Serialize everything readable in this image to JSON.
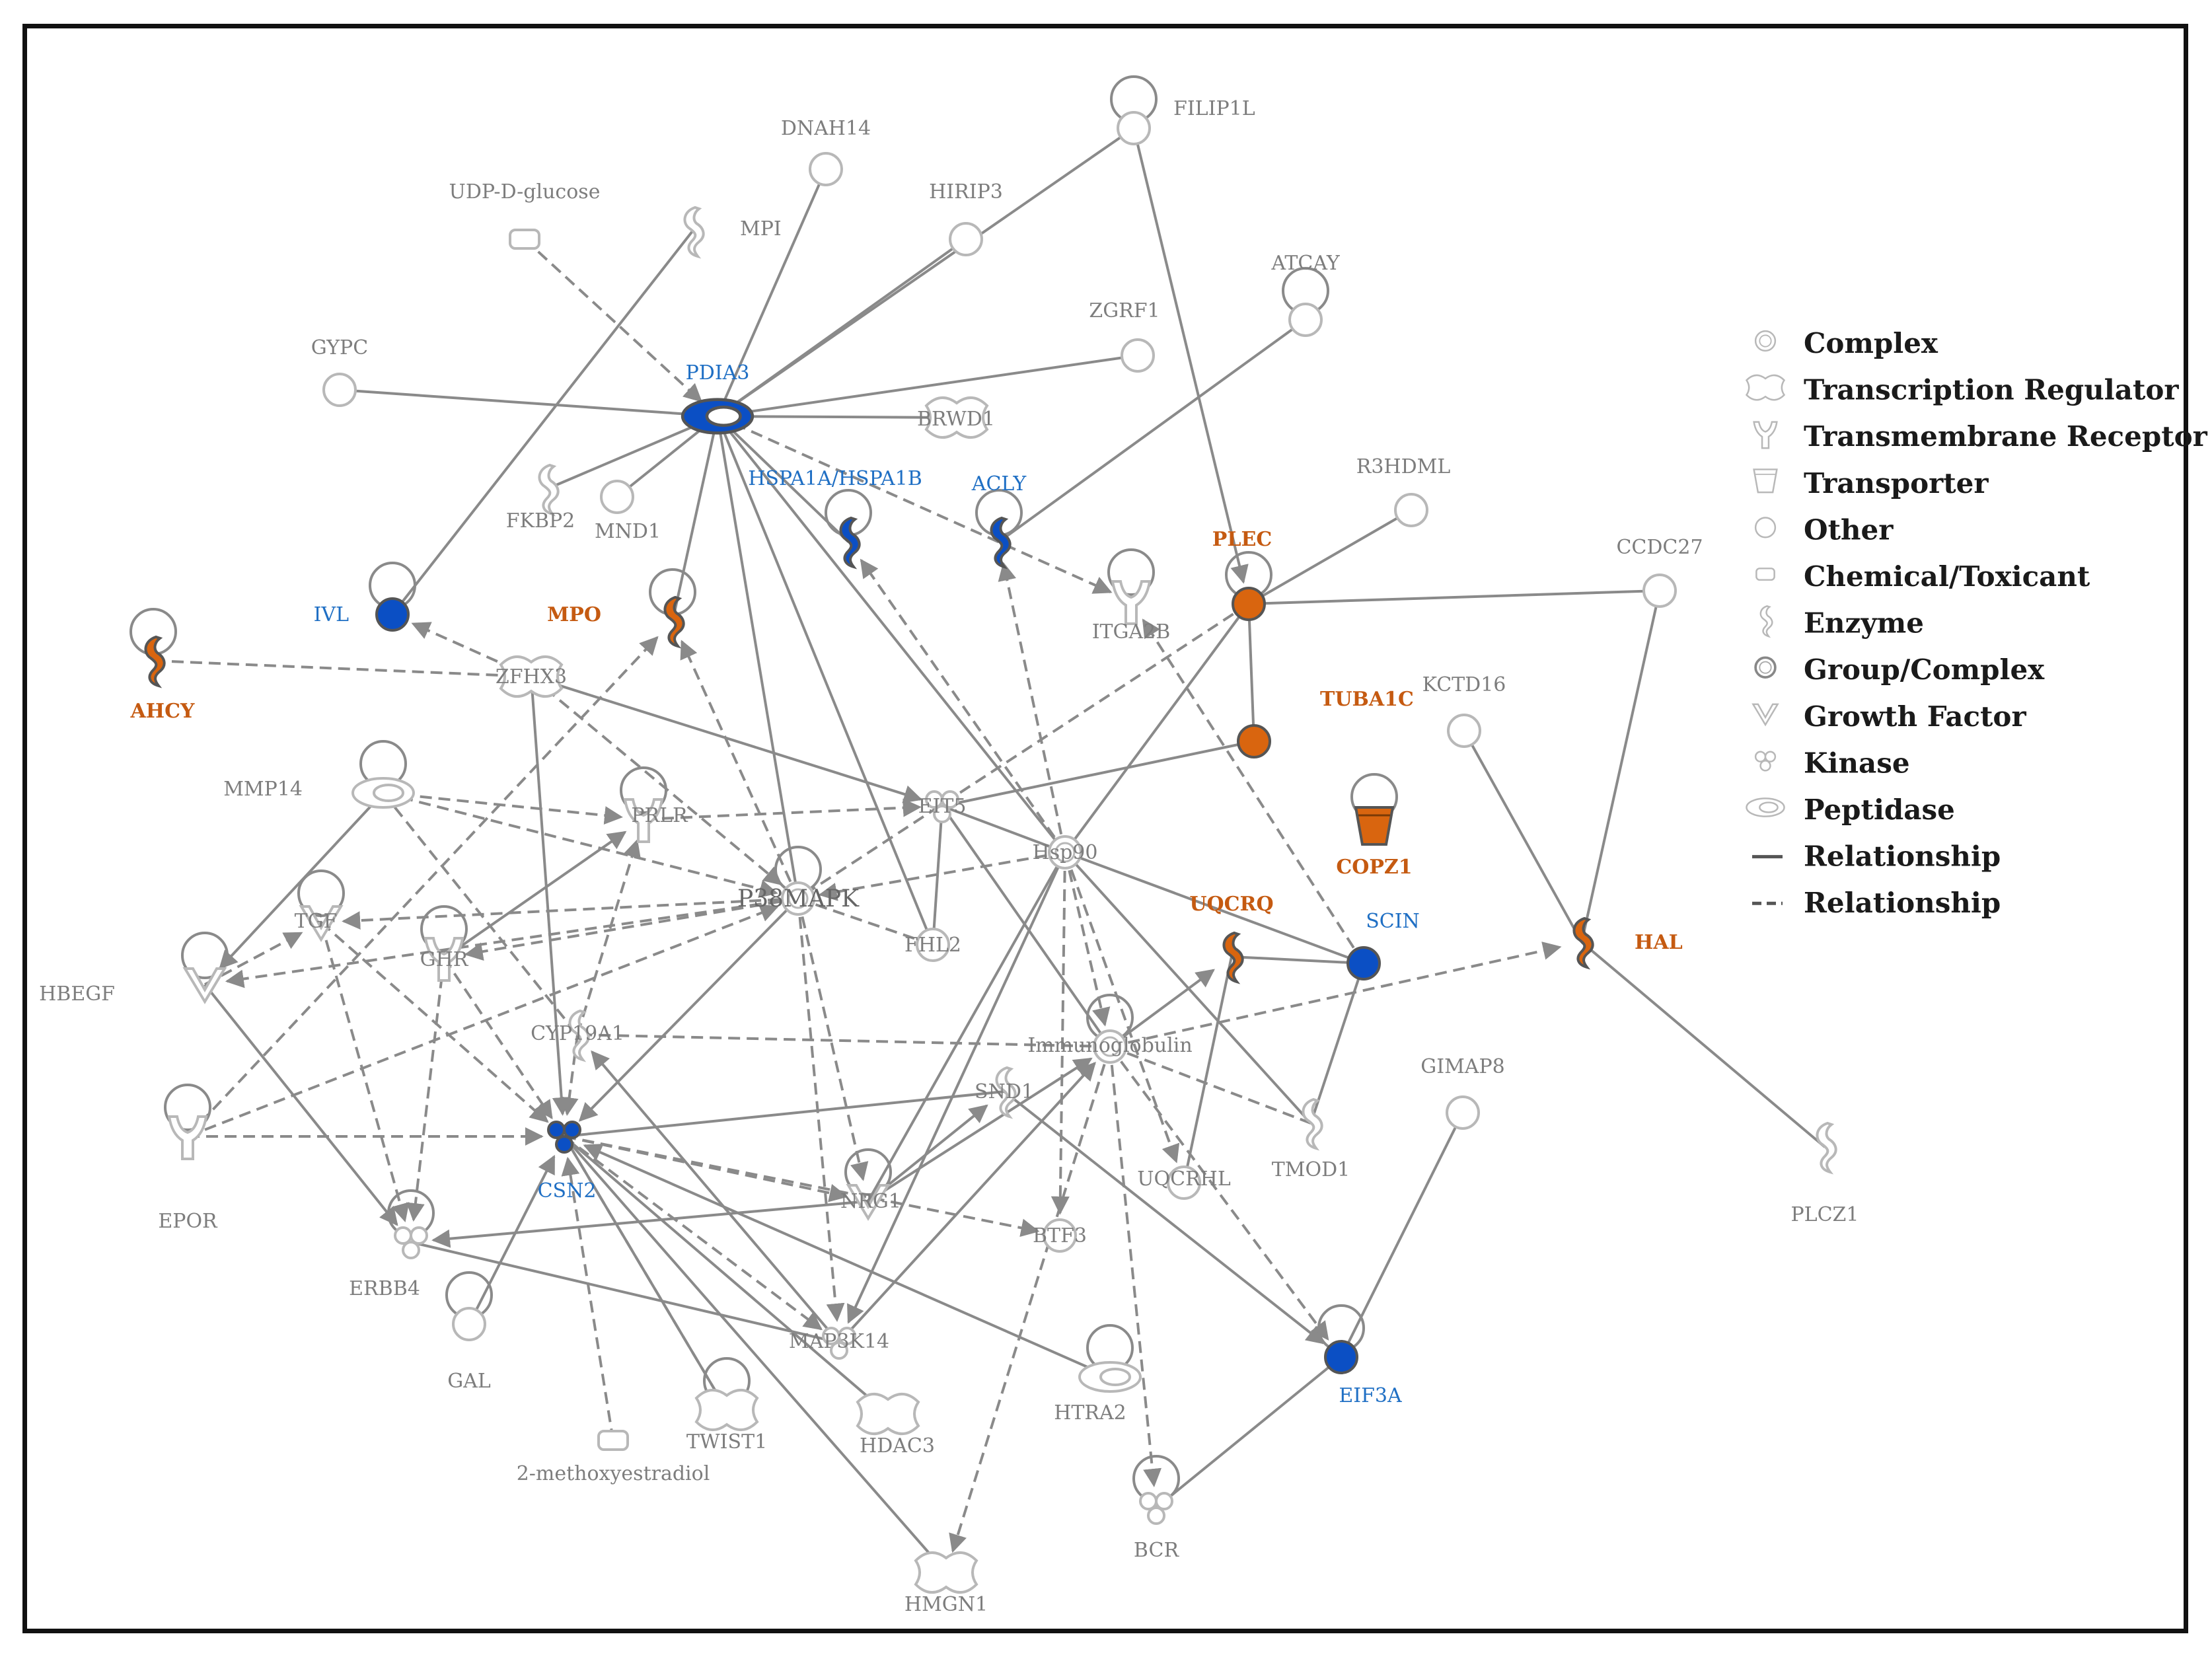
{
  "colors": {
    "up": "#d9650f",
    "down": "#0b4fc4",
    "neutral": "#ffffff",
    "edge": "#8a8a8a"
  },
  "nodes": [
    {
      "id": "FILIP1L",
      "label": "FILIP1L",
      "shape": "other",
      "status": "none",
      "self_loop": true
    },
    {
      "id": "DNAH14",
      "label": "DNAH14",
      "shape": "other",
      "status": "none"
    },
    {
      "id": "HIRIP3",
      "label": "HIRIP3",
      "shape": "other",
      "status": "none"
    },
    {
      "id": "UDP-D-glucose",
      "label": "UDP-D-glucose",
      "shape": "chemical",
      "status": "none"
    },
    {
      "id": "MPI",
      "label": "MPI",
      "shape": "enzyme",
      "status": "none"
    },
    {
      "id": "ATCAY",
      "label": "ATCAY",
      "shape": "other",
      "status": "none",
      "self_loop": true
    },
    {
      "id": "ZGRF1",
      "label": "ZGRF1",
      "shape": "other",
      "status": "none"
    },
    {
      "id": "GYPC",
      "label": "GYPC",
      "shape": "other",
      "status": "none"
    },
    {
      "id": "PDIA3",
      "label": "PDIA3",
      "shape": "peptidase",
      "status": "down"
    },
    {
      "id": "BRWD1",
      "label": "BRWD1",
      "shape": "transcription",
      "status": "none"
    },
    {
      "id": "HSPA1A/HSPA1B",
      "label": "HSPA1A/HSPA1B",
      "shape": "enzyme",
      "status": "down",
      "self_loop": true
    },
    {
      "id": "ACLY",
      "label": "ACLY",
      "shape": "enzyme",
      "status": "down",
      "self_loop": true
    },
    {
      "id": "R3HDML",
      "label": "R3HDML",
      "shape": "other",
      "status": "none"
    },
    {
      "id": "FKBP2",
      "label": "FKBP2",
      "shape": "enzyme",
      "status": "none"
    },
    {
      "id": "MND1",
      "label": "MND1",
      "shape": "other",
      "status": "none"
    },
    {
      "id": "IVL",
      "label": "IVL",
      "shape": "other",
      "status": "down",
      "self_loop": true
    },
    {
      "id": "MPO",
      "label": "MPO",
      "shape": "enzyme",
      "status": "up",
      "self_loop": true
    },
    {
      "id": "ITGA2B",
      "label": "ITGA2B",
      "shape": "receptor",
      "status": "none",
      "self_loop": true
    },
    {
      "id": "PLEC",
      "label": "PLEC",
      "shape": "other",
      "status": "up",
      "self_loop": true
    },
    {
      "id": "CCDC27",
      "label": "CCDC27",
      "shape": "other",
      "status": "none"
    },
    {
      "id": "AHCY",
      "label": "AHCY",
      "shape": "enzyme",
      "status": "up",
      "self_loop": true
    },
    {
      "id": "ZFHX3",
      "label": "ZFHX3",
      "shape": "transcription",
      "status": "none"
    },
    {
      "id": "TUBA1C",
      "label": "TUBA1C",
      "shape": "other",
      "status": "up"
    },
    {
      "id": "KCTD16",
      "label": "KCTD16",
      "shape": "other",
      "status": "none"
    },
    {
      "id": "MMP14",
      "label": "MMP14",
      "shape": "peptidase",
      "status": "none",
      "self_loop": true
    },
    {
      "id": "PRLR",
      "label": "PRLR",
      "shape": "receptor",
      "status": "none",
      "self_loop": true
    },
    {
      "id": "EIT5",
      "label": "EIT5",
      "shape": "kinase",
      "status": "none"
    },
    {
      "id": "COPZ1",
      "label": "COPZ1",
      "shape": "transporter",
      "status": "up",
      "self_loop": true
    },
    {
      "id": "Hsp90",
      "label": "Hsp90",
      "shape": "complex",
      "status": "none"
    },
    {
      "id": "TGF",
      "label": "TGF",
      "shape": "growth",
      "status": "none",
      "self_loop": true
    },
    {
      "id": "GHR",
      "label": "GHR",
      "shape": "receptor",
      "status": "none",
      "self_loop": true
    },
    {
      "id": "P38MAPK",
      "label": "P38MAPK",
      "shape": "complex",
      "status": "none",
      "self_loop": true
    },
    {
      "id": "UQCRQ",
      "label": "UQCRQ",
      "shape": "enzyme",
      "status": "up"
    },
    {
      "id": "SCIN",
      "label": "SCIN",
      "shape": "other",
      "status": "down"
    },
    {
      "id": "HAL",
      "label": "HAL",
      "shape": "enzyme",
      "status": "up"
    },
    {
      "id": "FHL2",
      "label": "FHL2",
      "shape": "other",
      "status": "none"
    },
    {
      "id": "HBEGF",
      "label": "HBEGF",
      "shape": "growth",
      "status": "none",
      "self_loop": true
    },
    {
      "id": "CYP19A1",
      "label": "CYP19A1",
      "shape": "enzyme",
      "status": "none"
    },
    {
      "id": "Immunoglobulin",
      "label": "Immunoglobulin",
      "shape": "complex",
      "status": "none",
      "self_loop": true
    },
    {
      "id": "GIMAP8",
      "label": "GIMAP8",
      "shape": "other",
      "status": "none"
    },
    {
      "id": "SND1",
      "label": "SND1",
      "shape": "enzyme",
      "status": "none"
    },
    {
      "id": "EPOR",
      "label": "EPOR",
      "shape": "receptor",
      "status": "none",
      "self_loop": true
    },
    {
      "id": "CSN2",
      "label": "CSN2",
      "shape": "kinase",
      "status": "down"
    },
    {
      "id": "UQCRHL",
      "label": "UQCRHL",
      "shape": "other",
      "status": "none"
    },
    {
      "id": "TMOD1",
      "label": "TMOD1",
      "shape": "enzyme",
      "status": "none"
    },
    {
      "id": "PLCZ1",
      "label": "PLCZ1",
      "shape": "enzyme",
      "status": "none"
    },
    {
      "id": "NRG1",
      "label": "NRG1",
      "shape": "growth",
      "status": "none",
      "self_loop": true
    },
    {
      "id": "BTF3",
      "label": "BTF3",
      "shape": "other",
      "status": "none"
    },
    {
      "id": "ERBB4",
      "label": "ERBB4",
      "shape": "kinase",
      "status": "none",
      "self_loop": true
    },
    {
      "id": "GAL",
      "label": "GAL",
      "shape": "other",
      "status": "none",
      "self_loop": true
    },
    {
      "id": "MAP3K14",
      "label": "MAP3K14",
      "shape": "kinase",
      "status": "none"
    },
    {
      "id": "HTRA2",
      "label": "HTRA2",
      "shape": "peptidase",
      "status": "none",
      "self_loop": true
    },
    {
      "id": "EIF3A",
      "label": "EIF3A",
      "shape": "other",
      "status": "down",
      "self_loop": true
    },
    {
      "id": "TWIST1",
      "label": "TWIST1",
      "shape": "transcription",
      "status": "none",
      "self_loop": true
    },
    {
      "id": "HDAC3",
      "label": "HDAC3",
      "shape": "transcription",
      "status": "none"
    },
    {
      "id": "2-methoxyestradiol",
      "label": "2-methoxyestradiol",
      "shape": "chemical",
      "status": "none"
    },
    {
      "id": "BCR",
      "label": "BCR",
      "shape": "kinase",
      "status": "none",
      "self_loop": true
    },
    {
      "id": "HMGN1",
      "label": "HMGN1",
      "shape": "transcription",
      "status": "none"
    }
  ],
  "edges": [
    {
      "from": "PDIA3",
      "to": "GYPC",
      "style": "solid",
      "arrow": false
    },
    {
      "from": "PDIA3",
      "to": "DNAH14",
      "style": "solid",
      "arrow": false
    },
    {
      "from": "PDIA3",
      "to": "HIRIP3",
      "style": "solid",
      "arrow": false
    },
    {
      "from": "PDIA3",
      "to": "FILIP1L",
      "style": "solid",
      "arrow": false
    },
    {
      "from": "PDIA3",
      "to": "ZGRF1",
      "style": "solid",
      "arrow": false
    },
    {
      "from": "PDIA3",
      "to": "BRWD1",
      "style": "solid",
      "arrow": false
    },
    {
      "from": "PDIA3",
      "to": "MPO",
      "style": "solid",
      "arrow": false
    },
    {
      "from": "PDIA3",
      "to": "FKBP2",
      "style": "solid",
      "arrow": false
    },
    {
      "from": "PDIA3",
      "to": "MND1",
      "style": "solid",
      "arrow": false
    },
    {
      "from": "PDIA3",
      "to": "HSPA1A/HSPA1B",
      "style": "solid",
      "arrow": false
    },
    {
      "from": "PDIA3",
      "to": "FHL2",
      "style": "solid",
      "arrow": false
    },
    {
      "from": "PDIA3",
      "to": "P38MAPK",
      "style": "solid",
      "arrow": false
    },
    {
      "from": "PDIA3",
      "to": "Hsp90",
      "style": "solid",
      "arrow": false
    },
    {
      "from": "UDP-D-glucose",
      "to": "PDIA3",
      "style": "dashed",
      "arrow": true
    },
    {
      "from": "MPI",
      "to": "IVL",
      "style": "solid",
      "arrow": false
    },
    {
      "from": "PDIA3",
      "to": "ITGA2B",
      "style": "dashed",
      "arrow": true
    },
    {
      "from": "FILIP1L",
      "to": "PLEC",
      "style": "solid",
      "arrow": true
    },
    {
      "from": "ATCAY",
      "to": "ACLY",
      "style": "solid",
      "arrow": false
    },
    {
      "from": "PLEC",
      "to": "R3HDML",
      "style": "solid",
      "arrow": false
    },
    {
      "from": "PLEC",
      "to": "CCDC27",
      "style": "solid",
      "arrow": false
    },
    {
      "from": "PLEC",
      "to": "TUBA1C",
      "style": "solid",
      "arrow": false
    },
    {
      "from": "PLEC",
      "to": "Hsp90",
      "style": "solid",
      "arrow": false
    },
    {
      "from": "PLEC",
      "to": "P38MAPK",
      "style": "dashed",
      "arrow": false
    },
    {
      "from": "CCDC27",
      "to": "HAL",
      "style": "solid",
      "arrow": false
    },
    {
      "from": "KCTD16",
      "to": "HAL",
      "style": "solid",
      "arrow": false
    },
    {
      "from": "HAL",
      "to": "PLCZ1",
      "style": "solid",
      "arrow": false
    },
    {
      "from": "Immunoglobulin",
      "to": "HAL",
      "style": "dashed",
      "arrow": true
    },
    {
      "from": "AHCY",
      "to": "ZFHX3",
      "style": "dashed",
      "arrow": false
    },
    {
      "from": "ZFHX3",
      "to": "IVL",
      "style": "dashed",
      "arrow": true
    },
    {
      "from": "ZFHX3",
      "to": "EIT5",
      "style": "solid",
      "arrow": true
    },
    {
      "from": "ZFHX3",
      "to": "CSN2",
      "style": "solid",
      "arrow": true
    },
    {
      "from": "ZFHX3",
      "to": "P38MAPK",
      "style": "dashed",
      "arrow": true
    },
    {
      "from": "TUBA1C",
      "to": "EIT5",
      "style": "solid",
      "arrow": false
    },
    {
      "from": "EIT5",
      "to": "Hsp90",
      "style": "solid",
      "arrow": false
    },
    {
      "from": "EIT5",
      "to": "FHL2",
      "style": "solid",
      "arrow": false
    },
    {
      "from": "EIT5",
      "to": "Immunoglobulin",
      "style": "solid",
      "arrow": false
    },
    {
      "from": "PRLR",
      "to": "EIT5",
      "style": "dashed",
      "arrow": true
    },
    {
      "from": "MMP14",
      "to": "PRLR",
      "style": "dashed",
      "arrow": true
    },
    {
      "from": "MMP14",
      "to": "HBEGF",
      "style": "solid",
      "arrow": true
    },
    {
      "from": "MMP14",
      "to": "P38MAPK",
      "style": "dashed",
      "arrow": true
    },
    {
      "from": "MMP14",
      "to": "CYP19A1",
      "style": "dashed",
      "arrow": false
    },
    {
      "from": "Hsp90",
      "to": "P38MAPK",
      "style": "dashed",
      "arrow": true
    },
    {
      "from": "Hsp90",
      "to": "HSPA1A/HSPA1B",
      "style": "dashed",
      "arrow": true
    },
    {
      "from": "Hsp90",
      "to": "ACLY",
      "style": "dashed",
      "arrow": true
    },
    {
      "from": "Hsp90",
      "to": "SCIN",
      "style": "solid",
      "arrow": false
    },
    {
      "from": "Hsp90",
      "to": "TMOD1",
      "style": "solid",
      "arrow": false
    },
    {
      "from": "Hsp90",
      "to": "UQCRHL",
      "style": "dashed",
      "arrow": true
    },
    {
      "from": "Hsp90",
      "to": "BTF3",
      "style": "dashed",
      "arrow": true
    },
    {
      "from": "Hsp90",
      "to": "Immunoglobulin",
      "style": "dashed",
      "arrow": true
    },
    {
      "from": "Hsp90",
      "to": "MAP3K14",
      "style": "solid",
      "arrow": true
    },
    {
      "from": "Hsp90",
      "to": "NRG1",
      "style": "solid",
      "arrow": false
    },
    {
      "from": "SCIN",
      "to": "TMOD1",
      "style": "solid",
      "arrow": false
    },
    {
      "from": "SCIN",
      "to": "ITGA2B",
      "style": "dashed",
      "arrow": true
    },
    {
      "from": "UQCRQ",
      "to": "SCIN",
      "style": "solid",
      "arrow": false
    },
    {
      "from": "UQCRQ",
      "to": "UQCRHL",
      "style": "solid",
      "arrow": false
    },
    {
      "from": "Immunoglobulin",
      "to": "UQCRQ",
      "style": "solid",
      "arrow": true
    },
    {
      "from": "Immunoglobulin",
      "to": "CYP19A1",
      "style": "dashed",
      "arrow": false
    },
    {
      "from": "Immunoglobulin",
      "to": "EIF3A",
      "style": "dashed",
      "arrow": true
    },
    {
      "from": "Immunoglobulin",
      "to": "BCR",
      "style": "dashed",
      "arrow": true
    },
    {
      "from": "Immunoglobulin",
      "to": "HMGN1",
      "style": "dashed",
      "arrow": true
    },
    {
      "from": "Immunoglobulin",
      "to": "TMOD1",
      "style": "dashed",
      "arrow": false
    },
    {
      "from": "GIMAP8",
      "to": "EIF3A",
      "style": "solid",
      "arrow": false
    },
    {
      "from": "EIF3A",
      "to": "BCR",
      "style": "solid",
      "arrow": false
    },
    {
      "from": "SND1",
      "to": "EIF3A",
      "style": "solid",
      "arrow": true
    },
    {
      "from": "P38MAPK",
      "to": "TGF",
      "style": "dashed",
      "arrow": true
    },
    {
      "from": "P38MAPK",
      "to": "GHR",
      "style": "dashed",
      "arrow": true
    },
    {
      "from": "P38MAPK",
      "to": "HBEGF",
      "style": "dashed",
      "arrow": true
    },
    {
      "from": "P38MAPK",
      "to": "CSN2",
      "style": "solid",
      "arrow": true
    },
    {
      "from": "P38MAPK",
      "to": "MPO",
      "style": "dashed",
      "arrow": true
    },
    {
      "from": "P38MAPK",
      "to": "MAP3K14",
      "style": "dashed",
      "arrow": true
    },
    {
      "from": "P38MAPK",
      "to": "NRG1",
      "style": "dashed",
      "arrow": true
    },
    {
      "from": "P38MAPK",
      "to": "FHL2",
      "style": "dashed",
      "arrow": false
    },
    {
      "from": "GHR",
      "to": "PRLR",
      "style": "solid",
      "arrow": true
    },
    {
      "from": "GHR",
      "to": "ERBB4",
      "style": "dashed",
      "arrow": true
    },
    {
      "from": "GHR",
      "to": "CSN2",
      "style": "dashed",
      "arrow": true
    },
    {
      "from": "TGF",
      "to": "ERBB4",
      "style": "dashed",
      "arrow": true
    },
    {
      "from": "TGF",
      "to": "CSN2",
      "style": "dashed",
      "arrow": true
    },
    {
      "from": "HBEGF",
      "to": "ERBB4",
      "style": "solid",
      "arrow": true
    },
    {
      "from": "HBEGF",
      "to": "TGF",
      "style": "dashed",
      "arrow": true
    },
    {
      "from": "EPOR",
      "to": "CSN2",
      "style": "dashed",
      "arrow": true
    },
    {
      "from": "EPOR",
      "to": "P38MAPK",
      "style": "dashed",
      "arrow": true
    },
    {
      "from": "EPOR",
      "to": "MPO",
      "style": "dashed",
      "arrow": true
    },
    {
      "from": "CYP19A1",
      "to": "CSN2",
      "style": "dashed",
      "arrow": true
    },
    {
      "from": "CYP19A1",
      "to": "PRLR",
      "style": "dashed",
      "arrow": true
    },
    {
      "from": "CSN2",
      "to": "SND1",
      "style": "solid",
      "arrow": false
    },
    {
      "from": "CSN2",
      "to": "NRG1",
      "style": "dashed",
      "arrow": true
    },
    {
      "from": "CSN2",
      "to": "BTF3",
      "style": "dashed",
      "arrow": true
    },
    {
      "from": "CSN2",
      "to": "MAP3K14",
      "style": "dashed",
      "arrow": true
    },
    {
      "from": "CSN2",
      "to": "TWIST1",
      "style": "solid",
      "arrow": false
    },
    {
      "from": "CSN2",
      "to": "HDAC3",
      "style": "solid",
      "arrow": false
    },
    {
      "from": "CSN2",
      "to": "HMGN1",
      "style": "solid",
      "arrow": false
    },
    {
      "from": "2-methoxyestradiol",
      "to": "CSN2",
      "style": "dashed",
      "arrow": true
    },
    {
      "from": "GAL",
      "to": "CSN2",
      "style": "solid",
      "arrow": true
    },
    {
      "from": "NRG1",
      "to": "ERBB4",
      "style": "solid",
      "arrow": true
    },
    {
      "from": "NRG1",
      "to": "SND1",
      "style": "solid",
      "arrow": true
    },
    {
      "from": "NRG1",
      "to": "Immunoglobulin",
      "style": "solid",
      "arrow": true
    },
    {
      "from": "ERBB4",
      "to": "MAP3K14",
      "style": "solid",
      "arrow": false
    },
    {
      "from": "MAP3K14",
      "to": "CYP19A1",
      "style": "solid",
      "arrow": true
    },
    {
      "from": "MAP3K14",
      "to": "Immunoglobulin",
      "style": "solid",
      "arrow": true
    },
    {
      "from": "HTRA2",
      "to": "CSN2",
      "style": "solid",
      "arrow": true
    },
    {
      "from": "TWIST1",
      "to": "CSN2",
      "style": "dashed",
      "arrow": false
    }
  ],
  "legend": [
    {
      "icon": "complex",
      "label": "Complex"
    },
    {
      "icon": "transcription",
      "label": "Transcription Regulator"
    },
    {
      "icon": "receptor",
      "label": "Transmembrane Receptor"
    },
    {
      "icon": "transporter",
      "label": "Transporter"
    },
    {
      "icon": "other",
      "label": "Other"
    },
    {
      "icon": "chemical",
      "label": "Chemical/Toxicant"
    },
    {
      "icon": "enzyme",
      "label": "Enzyme"
    },
    {
      "icon": "group",
      "label": "Group/Complex"
    },
    {
      "icon": "growth",
      "label": "Growth Factor"
    },
    {
      "icon": "kinase",
      "label": "Kinase"
    },
    {
      "icon": "peptidase",
      "label": "Peptidase"
    },
    {
      "icon": "solid-line",
      "label": "Relationship"
    },
    {
      "icon": "dashed-line",
      "label": "Relationship"
    }
  ]
}
